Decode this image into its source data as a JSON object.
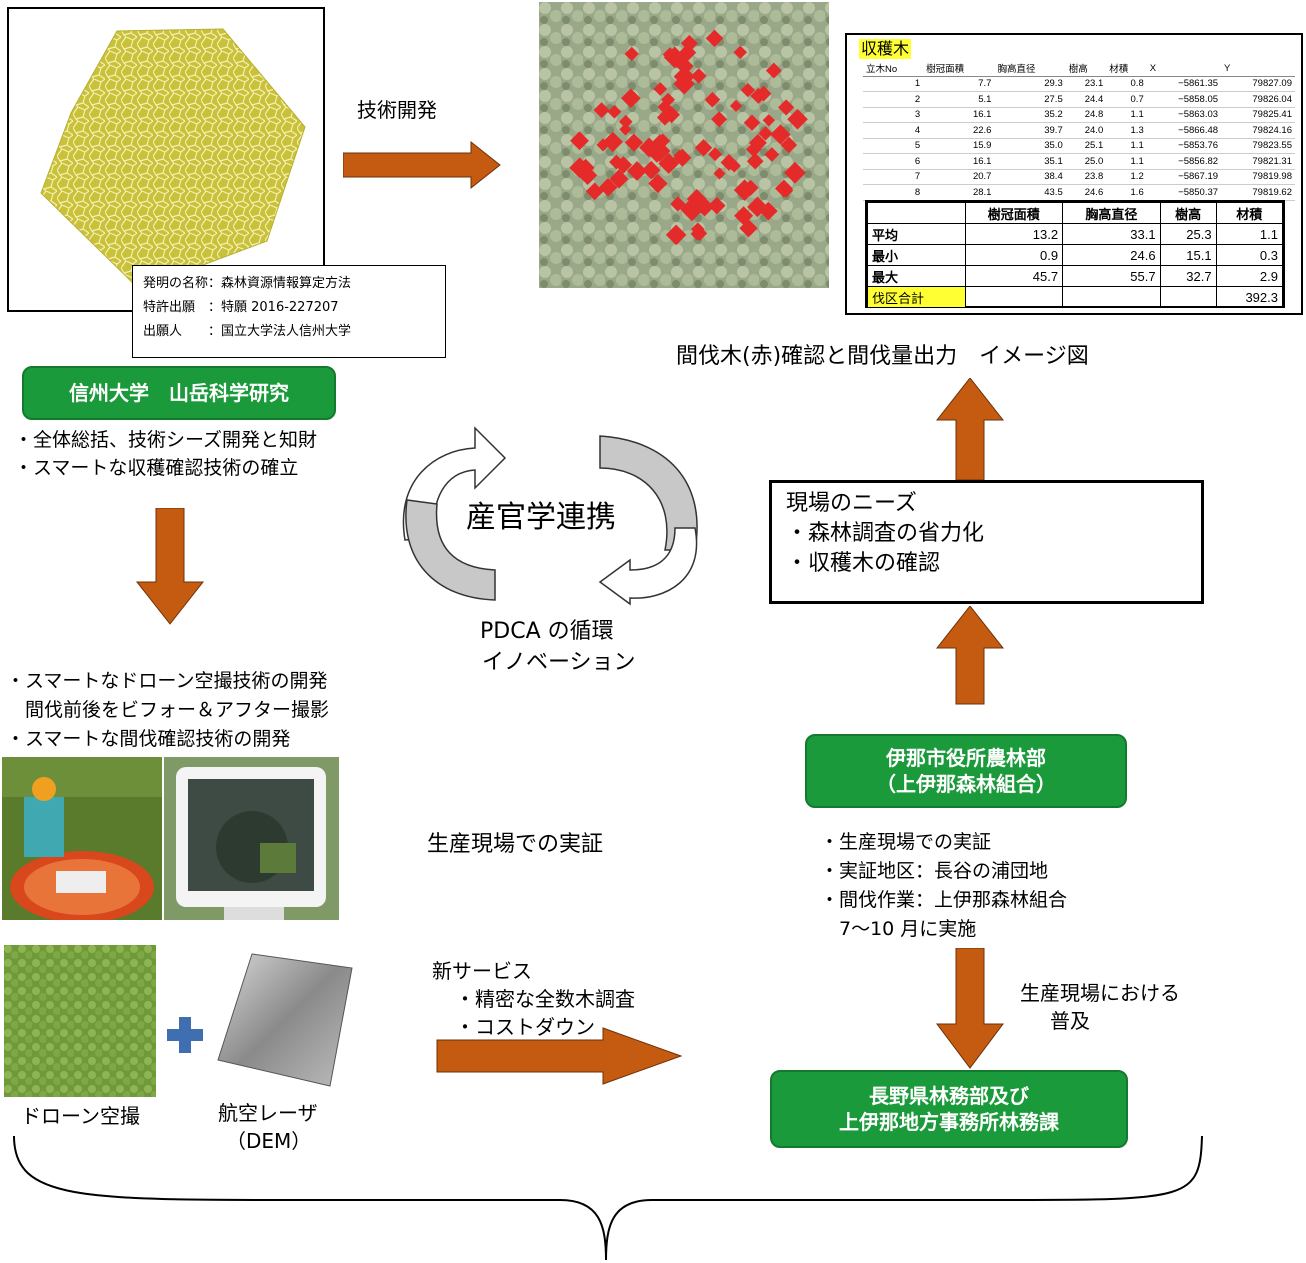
{
  "patent": {
    "line1": "発明の名称：森林資源情報算定方法",
    "line2": "特許出願　：特願 2016-227207",
    "line3": "出願人　　：国立大学法人信州大学"
  },
  "tech_dev_label": "技術開発",
  "image_caption": "間伐木(赤)確認と間伐量出力　イメージ図",
  "harvest_table": {
    "title": "収穫木",
    "headers": [
      "立木No",
      "樹冠面積",
      "胸高直径",
      "樹高",
      "材積",
      "X",
      "Y"
    ],
    "rows": [
      [
        "1",
        "7.7",
        "29.3",
        "23.1",
        "0.8",
        "−5861.35",
        "79827.09"
      ],
      [
        "2",
        "5.1",
        "27.5",
        "24.4",
        "0.7",
        "−5858.05",
        "79826.04"
      ],
      [
        "3",
        "16.1",
        "35.2",
        "24.8",
        "1.1",
        "−5863.03",
        "79825.41"
      ],
      [
        "4",
        "22.6",
        "39.7",
        "24.0",
        "1.3",
        "−5866.48",
        "79824.16"
      ],
      [
        "5",
        "15.9",
        "35.0",
        "25.1",
        "1.1",
        "−5853.76",
        "79823.55"
      ],
      [
        "6",
        "16.1",
        "35.1",
        "25.0",
        "1.1",
        "−5856.82",
        "79821.31"
      ],
      [
        "7",
        "20.7",
        "38.4",
        "23.8",
        "1.2",
        "−5867.19",
        "79819.98"
      ],
      [
        "8",
        "28.1",
        "43.5",
        "24.6",
        "1.6",
        "−5850.37",
        "79819.62"
      ]
    ]
  },
  "summary_table": {
    "headers": [
      "",
      "樹冠面積",
      "胸高直径",
      "樹高",
      "材積"
    ],
    "rows": [
      [
        "平均",
        "13.2",
        "33.1",
        "25.3",
        "1.1"
      ],
      [
        "最小",
        "0.9",
        "24.6",
        "15.1",
        "0.3"
      ],
      [
        "最大",
        "45.7",
        "55.7",
        "32.7",
        "2.9"
      ]
    ],
    "total_label": "伐区合計",
    "total_value": "392.3"
  },
  "shinshu_box": "信州大学　山岳科学研究",
  "shinshu_bullets": [
    "・全体総括、技術シーズ開発と知財",
    "・スマートな収穫確認技術の確立"
  ],
  "cycle_label": "産官学連携",
  "pdca_line1": "PDCA の循環",
  "pdca_line2": "イノベーション",
  "needs": {
    "title": "現場のニーズ",
    "item1": "・森林調査の省力化",
    "item2": "・収穫木の確認"
  },
  "drone_notes": [
    "・スマートなドローン空撮技術の開発",
    "　間伐前後をビフォー＆アフター撮影",
    "・スマートな間伐確認技術の開発"
  ],
  "field_demo_label": "生産現場での実証",
  "ina_box": {
    "line1": "伊那市役所農林部",
    "line2": "（上伊那森林組合）"
  },
  "ina_bullets": [
    "・生産現場での実証",
    "・実証地区：長谷の浦団地",
    "・間伐作業：上伊那森林組合",
    "　7〜10 月に実施"
  ],
  "new_service": {
    "title": "新サービス",
    "item1": "・精密な全数木調査",
    "item2": "・コストダウン"
  },
  "diffusion": {
    "line1": "生産現場における",
    "line2": "普及"
  },
  "nagano_box": {
    "line1": "長野県林務部及び",
    "line2": "上伊那地方事務所林務課"
  },
  "drone_caption": "ドローン空撮",
  "laser_caption_1": "航空レーザ",
  "laser_caption_2": "（DEM）",
  "colors": {
    "arrow": "#c55a11",
    "green": "#1a9a3a",
    "red": "#e52a2a",
    "highlight": "#ffff33"
  }
}
